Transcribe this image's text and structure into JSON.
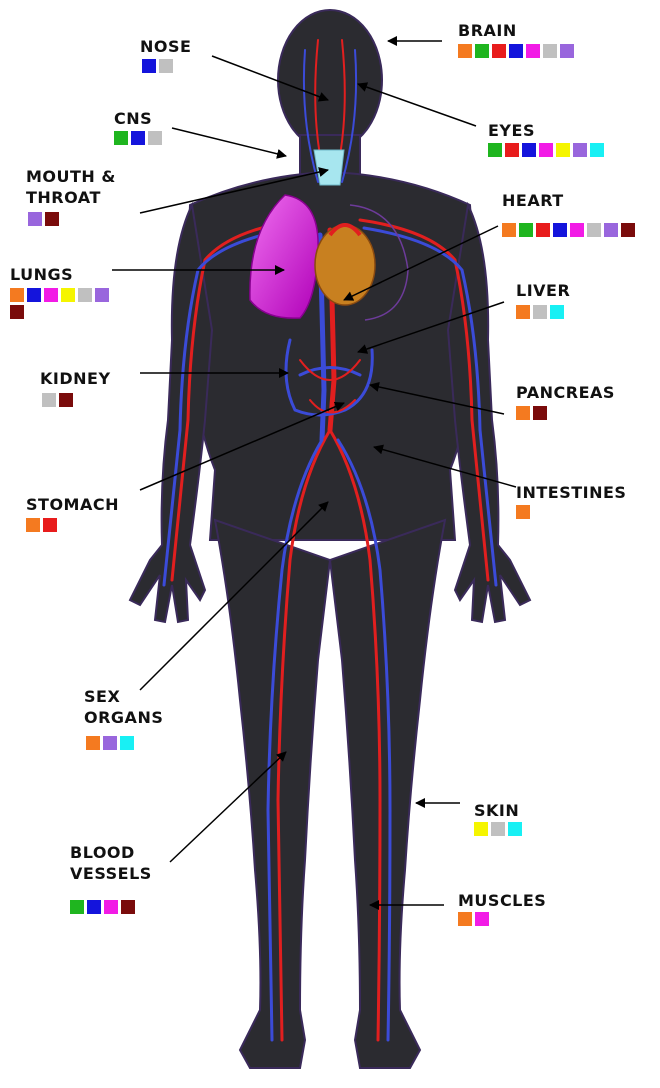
{
  "colors": {
    "orange": "#f47a20",
    "green": "#1fb51f",
    "red": "#e81c1c",
    "blue": "#1414dc",
    "magenta": "#f21be6",
    "yellow": "#f5f500",
    "gray": "#c0c0c0",
    "purple": "#9966dd",
    "cyan": "#18f0f4",
    "maroon": "#7a0b0b",
    "body": "#2b2b30"
  },
  "organs": [
    {
      "id": "brain",
      "label": "BRAIN",
      "swatches": [
        "orange",
        "green",
        "red",
        "blue",
        "magenta",
        "gray",
        "purple"
      ]
    },
    {
      "id": "nose",
      "label": "NOSE",
      "swatches": [
        "blue",
        "gray"
      ]
    },
    {
      "id": "eyes",
      "label": "EYES",
      "swatches": [
        "green",
        "red",
        "blue",
        "magenta",
        "yellow",
        "purple",
        "cyan"
      ]
    },
    {
      "id": "cns",
      "label": "CNS",
      "swatches": [
        "green",
        "blue",
        "gray"
      ]
    },
    {
      "id": "mouth-throat",
      "label": "MOUTH &\nTHROAT",
      "swatches": [
        "purple",
        "maroon"
      ]
    },
    {
      "id": "heart",
      "label": "HEART",
      "swatches": [
        "orange",
        "green",
        "red",
        "blue",
        "magenta",
        "gray",
        "purple",
        "maroon"
      ]
    },
    {
      "id": "lungs",
      "label": "LUNGS",
      "swatches": [
        "orange",
        "blue",
        "magenta",
        "yellow",
        "gray",
        "purple",
        "maroon"
      ]
    },
    {
      "id": "liver",
      "label": "LIVER",
      "swatches": [
        "orange",
        "gray",
        "cyan"
      ]
    },
    {
      "id": "kidney",
      "label": "KIDNEY",
      "swatches": [
        "gray",
        "maroon"
      ]
    },
    {
      "id": "pancreas",
      "label": "PANCREAS",
      "swatches": [
        "orange",
        "maroon"
      ]
    },
    {
      "id": "intestines",
      "label": "INTESTINES",
      "swatches": [
        "orange"
      ]
    },
    {
      "id": "stomach",
      "label": "STOMACH",
      "swatches": [
        "orange",
        "red"
      ]
    },
    {
      "id": "sex-organs",
      "label": "SEX\nORGANS",
      "swatches": [
        "orange",
        "purple",
        "cyan"
      ]
    },
    {
      "id": "skin",
      "label": "SKIN",
      "swatches": [
        "yellow",
        "gray",
        "cyan"
      ]
    },
    {
      "id": "blood-vessels",
      "label": "BLOOD\nVESSELS",
      "swatches": [
        "green",
        "blue",
        "magenta",
        "maroon"
      ]
    },
    {
      "id": "muscles",
      "label": "MUSCLES",
      "swatches": [
        "orange",
        "magenta"
      ]
    }
  ]
}
